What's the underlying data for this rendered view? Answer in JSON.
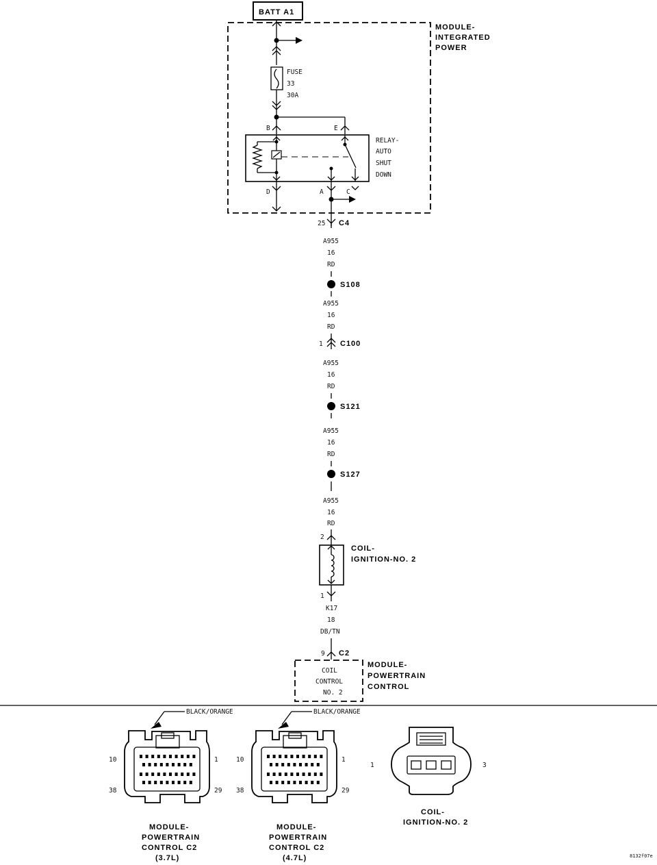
{
  "source": {
    "label": "BATT A1"
  },
  "module_ipm": {
    "label_lines": [
      "MODULE-",
      "INTEGRATED",
      "POWER"
    ]
  },
  "fuse": {
    "lines": [
      "FUSE",
      "33",
      "30A"
    ]
  },
  "relay": {
    "label_lines": [
      "RELAY-",
      "AUTO",
      "SHUT",
      "DOWN"
    ],
    "pins": {
      "b": "B",
      "e": "E",
      "d": "D",
      "a": "A",
      "c": "C"
    }
  },
  "connectors": {
    "c4": {
      "pin": "25",
      "name": "C4"
    },
    "c100": {
      "pin": "1",
      "name": "C100"
    },
    "c2": {
      "pin": "9",
      "name": "C2"
    }
  },
  "splices": [
    "S108",
    "S121",
    "S127"
  ],
  "wires": {
    "w1": [
      "A955",
      "16",
      "RD"
    ],
    "w2": [
      "A955",
      "16",
      "RD"
    ],
    "w3": [
      "A955",
      "16",
      "RD"
    ],
    "w4": [
      "A955",
      "16",
      "RD"
    ],
    "w5": [
      "A955",
      "16",
      "RD"
    ],
    "w6": [
      "K17",
      "18",
      "DB/TN"
    ]
  },
  "coil": {
    "label_lines": [
      "COIL-",
      "IGNITION-NO. 2"
    ],
    "pin_top": "2",
    "pin_bottom": "1"
  },
  "pcm": {
    "label_lines": [
      "MODULE-",
      "POWERTRAIN",
      "CONTROL"
    ],
    "circuit_lines": [
      "COIL",
      "CONTROL",
      "NO. 2"
    ]
  },
  "connector_views": [
    {
      "color": "BLACK/ORANGE",
      "pins": [
        "10",
        "1",
        "38",
        "29"
      ],
      "caption": [
        "MODULE-",
        "POWERTRAIN",
        "CONTROL C2",
        "(3.7L)"
      ]
    },
    {
      "color": "BLACK/ORANGE",
      "pins": [
        "10",
        "1",
        "38",
        "29"
      ],
      "caption": [
        "MODULE-",
        "POWERTRAIN",
        "CONTROL C2",
        "(4.7L)"
      ]
    },
    {
      "pins": [
        "1",
        "3"
      ],
      "caption": [
        "COIL-",
        "IGNITION-NO. 2"
      ]
    }
  ],
  "figure_id": "8132f07e"
}
